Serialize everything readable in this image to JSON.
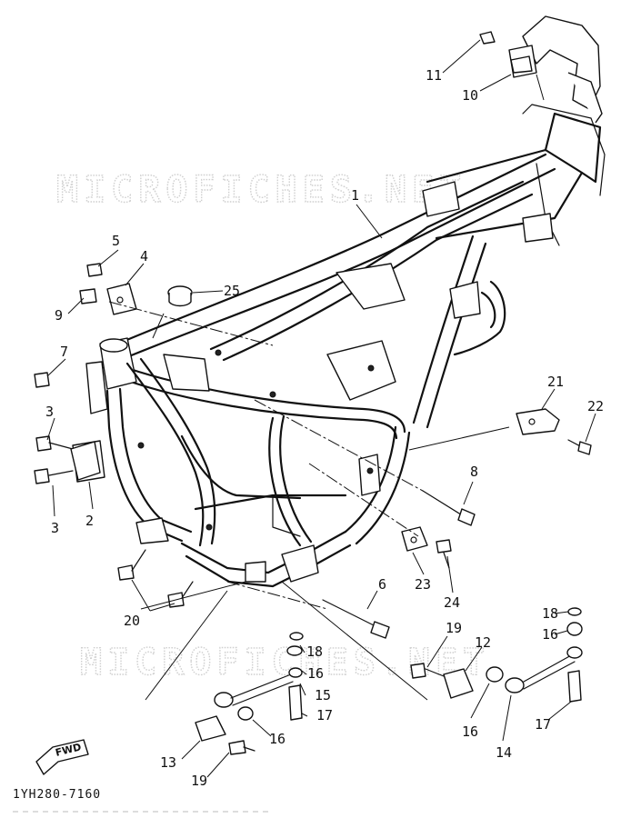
{
  "watermark": "MICROFICHES.NET",
  "diagram_code": "1YH280-7160",
  "fwd_arrow_label": "FWD",
  "callouts": [
    {
      "id": "c1",
      "label": "1"
    },
    {
      "id": "c2",
      "label": "2"
    },
    {
      "id": "c3a",
      "label": "3"
    },
    {
      "id": "c3b",
      "label": "3"
    },
    {
      "id": "c4",
      "label": "4"
    },
    {
      "id": "c5",
      "label": "5"
    },
    {
      "id": "c6",
      "label": "6"
    },
    {
      "id": "c7",
      "label": "7"
    },
    {
      "id": "c8",
      "label": "8"
    },
    {
      "id": "c9",
      "label": "9"
    },
    {
      "id": "c10",
      "label": "10"
    },
    {
      "id": "c11",
      "label": "11"
    },
    {
      "id": "c12",
      "label": "12"
    },
    {
      "id": "c13",
      "label": "13"
    },
    {
      "id": "c14",
      "label": "14"
    },
    {
      "id": "c15",
      "label": "15"
    },
    {
      "id": "c16a",
      "label": "16"
    },
    {
      "id": "c16b",
      "label": "16"
    },
    {
      "id": "c16c",
      "label": "16"
    },
    {
      "id": "c16d",
      "label": "16"
    },
    {
      "id": "c17a",
      "label": "17"
    },
    {
      "id": "c17b",
      "label": "17"
    },
    {
      "id": "c18a",
      "label": "18"
    },
    {
      "id": "c18b",
      "label": "18"
    },
    {
      "id": "c19a",
      "label": "19"
    },
    {
      "id": "c19b",
      "label": "19"
    },
    {
      "id": "c20",
      "label": "20"
    },
    {
      "id": "c21",
      "label": "21"
    },
    {
      "id": "c22",
      "label": "22"
    },
    {
      "id": "c23",
      "label": "23"
    },
    {
      "id": "c24",
      "label": "24"
    },
    {
      "id": "c25",
      "label": "25"
    }
  ]
}
